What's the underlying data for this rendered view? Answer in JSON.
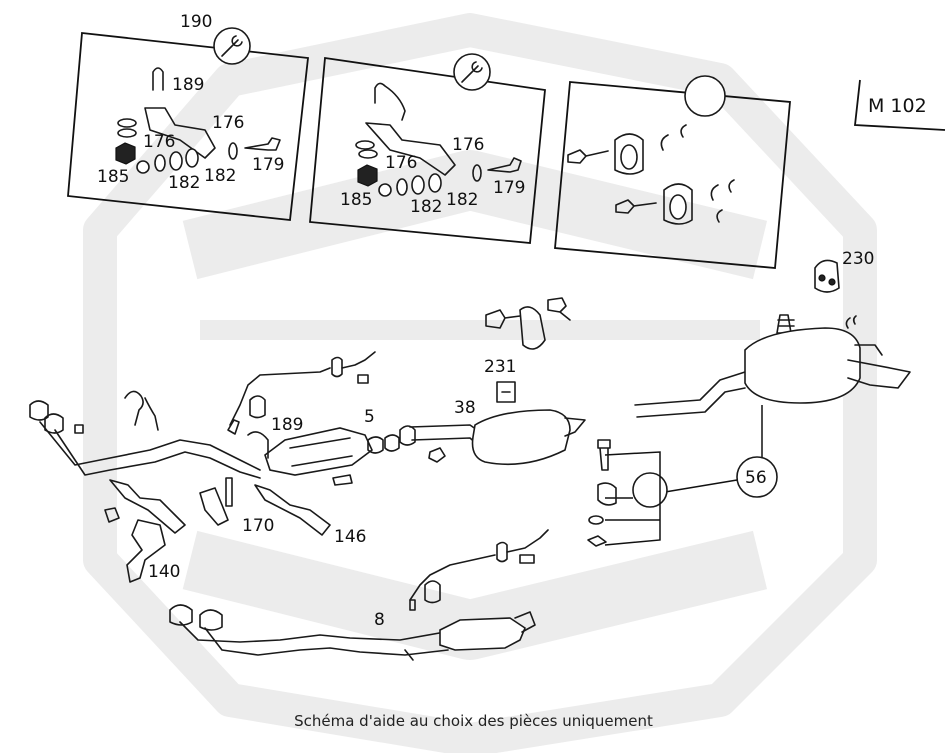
{
  "model_code": "M 102",
  "caption": "Schéma d'aide au choix des pièces uniquement",
  "labels": {
    "l190": "190",
    "l189a": "189",
    "l176a": "176",
    "l176b": "176",
    "l179a": "179",
    "l182a": "182",
    "l182b": "182",
    "l185a": "185",
    "l176c": "176",
    "l176d": "176",
    "l179b": "179",
    "l182c": "182",
    "l182d": "182",
    "l185b": "185",
    "l230": "230",
    "l231": "231",
    "l38": "38",
    "l5": "5",
    "l189b": "189",
    "l56": "56",
    "l170": "170",
    "l146": "146",
    "l140": "140",
    "l8": "8"
  },
  "icons": [
    "wrench-icon",
    "wrench-icon"
  ],
  "colors": {
    "ink": "#1a1a1a",
    "watermark": "#ececec",
    "background": "#ffffff"
  }
}
